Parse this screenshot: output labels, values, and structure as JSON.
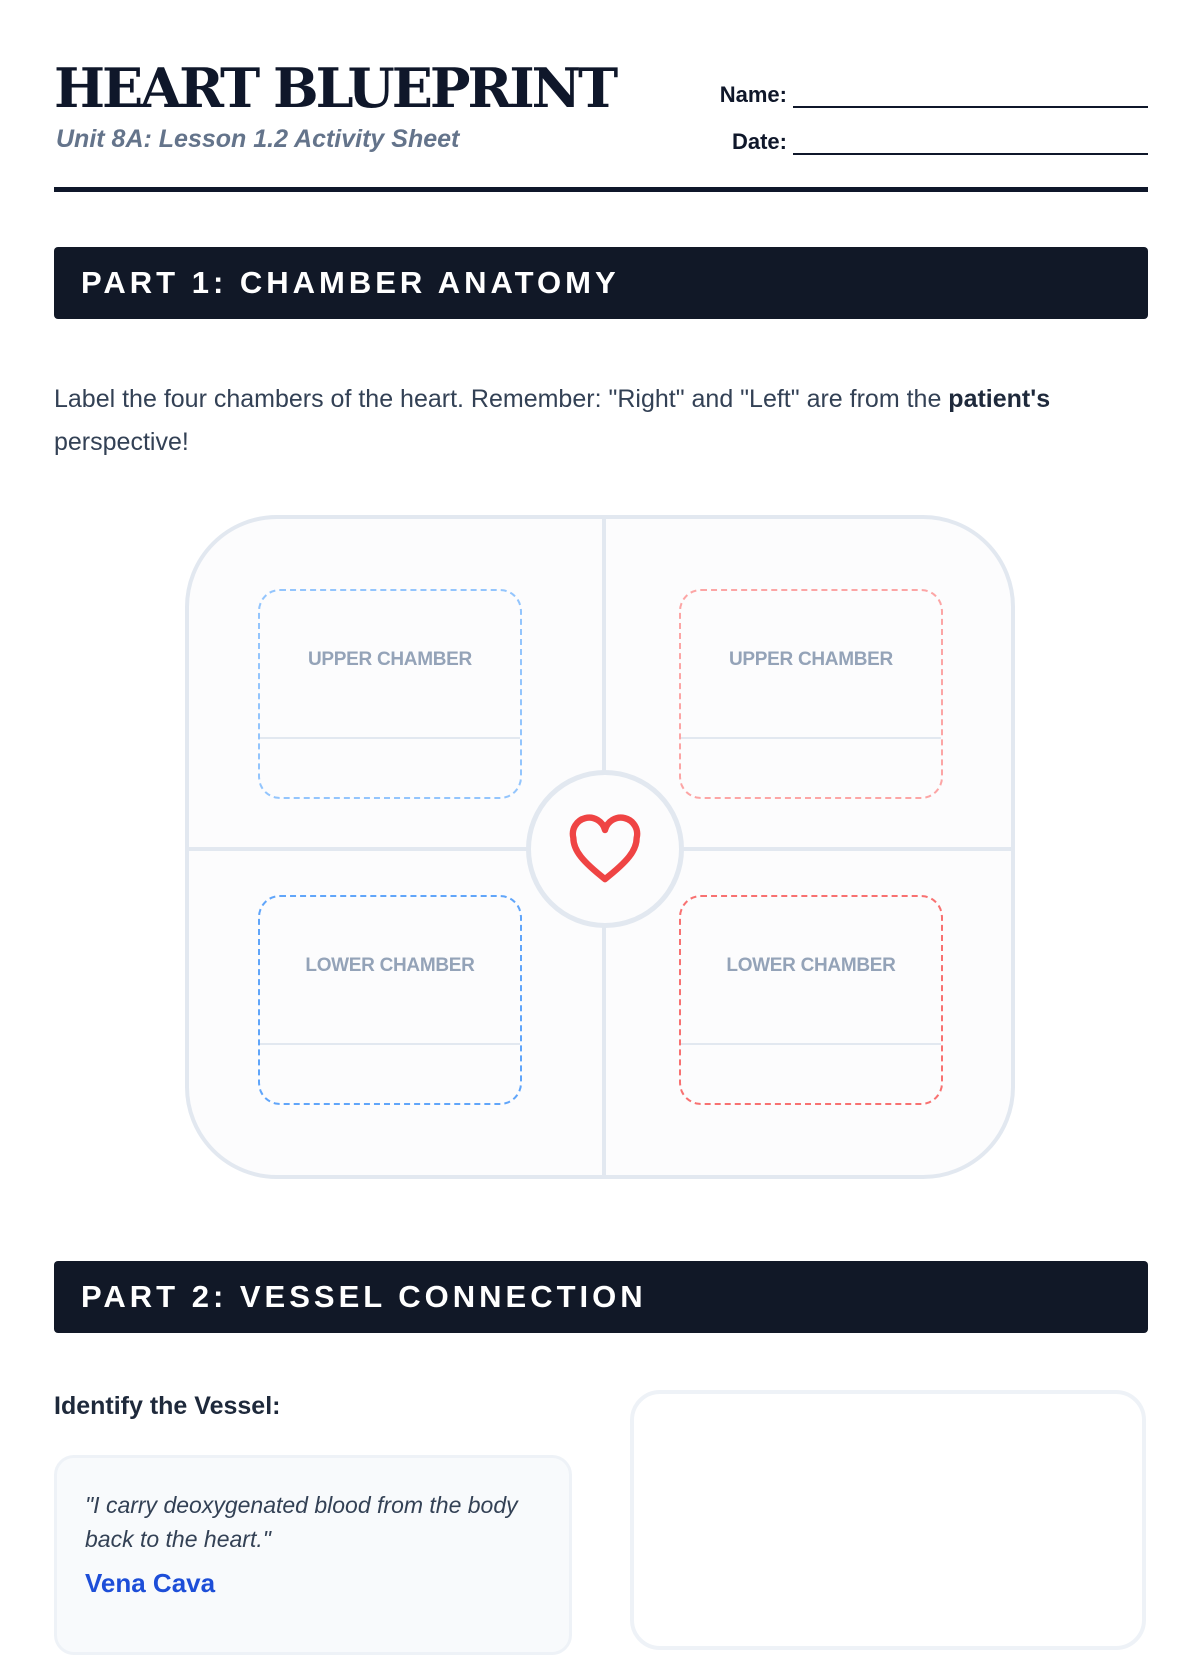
{
  "header": {
    "title": "HEART BLUEPRINT",
    "subtitle": "Unit 8A: Lesson 1.2 Activity Sheet",
    "name_label": "Name:",
    "date_label": "Date:"
  },
  "part1": {
    "heading": "PART 1: CHAMBER ANATOMY",
    "intro_pre": "Label the four chambers of the heart. Remember: \"Right\" and \"Left\" are from the ",
    "intro_bold": "patient's",
    "intro_post": " perspective!",
    "chambers": [
      {
        "label": "UPPER CHAMBER",
        "color": "#93c5fd"
      },
      {
        "label": "UPPER CHAMBER",
        "color": "#fca5a5"
      },
      {
        "label": "LOWER CHAMBER",
        "color": "#60a5fa"
      },
      {
        "label": "LOWER CHAMBER",
        "color": "#f87171"
      }
    ],
    "center_icon": "heart-icon",
    "heart_color": "#ef4444"
  },
  "part2": {
    "heading": "PART 2: VESSEL CONNECTION",
    "prompt": "Identify the Vessel:",
    "quote": "\"I carry deoxygenated blood from the body back to the heart.\"",
    "answer": "Vena Cava"
  }
}
